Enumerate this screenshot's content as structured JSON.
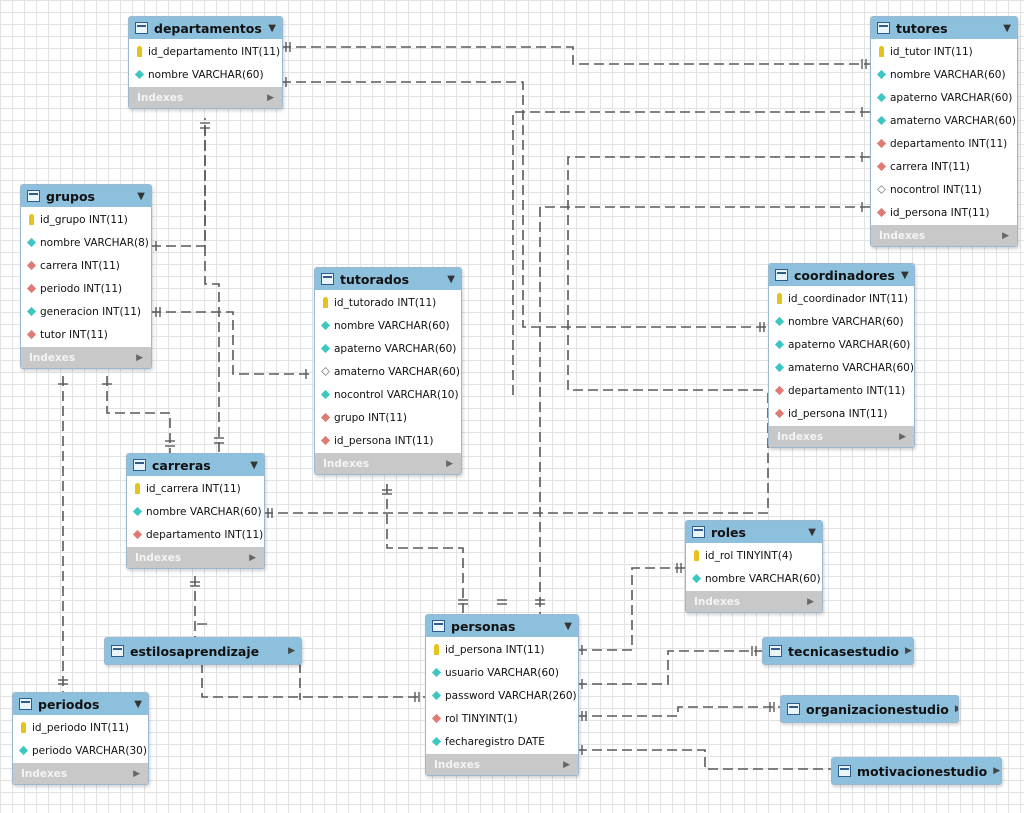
{
  "tables": [
    {
      "name": "departamentos",
      "indexes": "Indexes",
      "columns": [
        {
          "text": "id_departamento INT(11)",
          "icon": "primary-key-icon"
        },
        {
          "text": "nombre VARCHAR(60)",
          "icon": "column-icon"
        }
      ]
    },
    {
      "name": "tutores",
      "indexes": "Indexes",
      "columns": [
        {
          "text": "id_tutor INT(11)",
          "icon": "primary-key-icon"
        },
        {
          "text": "nombre VARCHAR(60)",
          "icon": "column-icon"
        },
        {
          "text": "apaterno VARCHAR(60)",
          "icon": "column-icon"
        },
        {
          "text": "amaterno VARCHAR(60)",
          "icon": "column-icon"
        },
        {
          "text": "departamento INT(11)",
          "icon": "foreign-key-icon"
        },
        {
          "text": "carrera INT(11)",
          "icon": "foreign-key-icon"
        },
        {
          "text": "nocontrol INT(11)",
          "icon": "nullable-column-icon"
        },
        {
          "text": "id_persona INT(11)",
          "icon": "foreign-key-icon"
        }
      ]
    },
    {
      "name": "grupos",
      "indexes": "Indexes",
      "columns": [
        {
          "text": "id_grupo INT(11)",
          "icon": "primary-key-icon"
        },
        {
          "text": "nombre VARCHAR(8)",
          "icon": "column-icon"
        },
        {
          "text": "carrera INT(11)",
          "icon": "foreign-key-icon"
        },
        {
          "text": "periodo INT(11)",
          "icon": "foreign-key-icon"
        },
        {
          "text": "generacion INT(11)",
          "icon": "column-icon"
        },
        {
          "text": "tutor INT(11)",
          "icon": "foreign-key-icon"
        }
      ]
    },
    {
      "name": "tutorados",
      "indexes": "Indexes",
      "columns": [
        {
          "text": "id_tutorado INT(11)",
          "icon": "primary-key-icon"
        },
        {
          "text": "nombre VARCHAR(60)",
          "icon": "column-icon"
        },
        {
          "text": "apaterno VARCHAR(60)",
          "icon": "column-icon"
        },
        {
          "text": "amaterno VARCHAR(60)",
          "icon": "nullable-column-icon"
        },
        {
          "text": "nocontrol VARCHAR(10)",
          "icon": "column-icon"
        },
        {
          "text": "grupo INT(11)",
          "icon": "foreign-key-icon"
        },
        {
          "text": "id_persona INT(11)",
          "icon": "foreign-key-icon"
        }
      ]
    },
    {
      "name": "coordinadores",
      "indexes": "Indexes",
      "columns": [
        {
          "text": "id_coordinador INT(11)",
          "icon": "primary-key-icon"
        },
        {
          "text": "nombre VARCHAR(60)",
          "icon": "column-icon"
        },
        {
          "text": "apaterno VARCHAR(60)",
          "icon": "column-icon"
        },
        {
          "text": "amaterno VARCHAR(60)",
          "icon": "column-icon"
        },
        {
          "text": "departamento INT(11)",
          "icon": "foreign-key-icon"
        },
        {
          "text": "id_persona INT(11)",
          "icon": "foreign-key-icon"
        }
      ]
    },
    {
      "name": "carreras",
      "indexes": "Indexes",
      "columns": [
        {
          "text": "id_carrera INT(11)",
          "icon": "primary-key-icon"
        },
        {
          "text": "nombre VARCHAR(60)",
          "icon": "column-icon"
        },
        {
          "text": "departamento INT(11)",
          "icon": "foreign-key-icon"
        }
      ]
    },
    {
      "name": "roles",
      "indexes": "Indexes",
      "columns": [
        {
          "text": "id_rol TINYINT(4)",
          "icon": "primary-key-icon"
        },
        {
          "text": "nombre VARCHAR(60)",
          "icon": "column-icon"
        }
      ]
    },
    {
      "name": "personas",
      "indexes": "Indexes",
      "columns": [
        {
          "text": "id_persona INT(11)",
          "icon": "primary-key-icon"
        },
        {
          "text": "usuario VARCHAR(60)",
          "icon": "column-icon"
        },
        {
          "text": "password VARCHAR(260)",
          "icon": "column-icon"
        },
        {
          "text": "rol TINYINT(1)",
          "icon": "foreign-key-icon"
        },
        {
          "text": "fecharegistro DATE",
          "icon": "column-icon"
        }
      ]
    },
    {
      "name": "periodos",
      "indexes": "Indexes",
      "columns": [
        {
          "text": "id_periodo INT(11)",
          "icon": "primary-key-icon"
        },
        {
          "text": "periodo VARCHAR(30)",
          "icon": "column-icon"
        }
      ]
    },
    {
      "name": "estilosaprendizaje",
      "collapsed": true
    },
    {
      "name": "tecnicasestudio",
      "collapsed": true
    },
    {
      "name": "organizacionestudio",
      "collapsed": true
    },
    {
      "name": "motivacionestudio",
      "collapsed": true
    }
  ]
}
